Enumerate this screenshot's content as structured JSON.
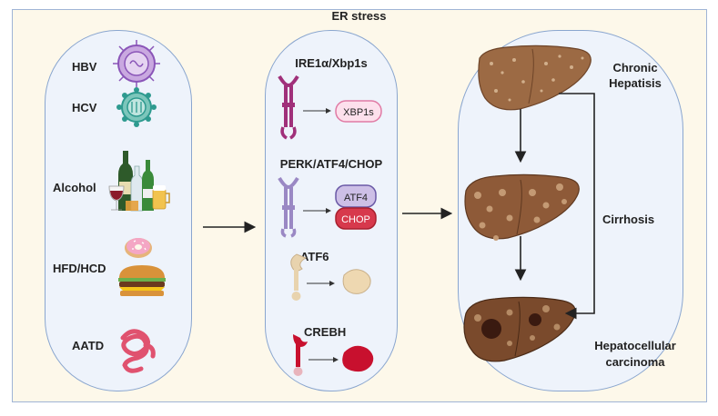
{
  "title": "ER stress",
  "causes": [
    {
      "label": "HBV",
      "icon": "hbv-virus-icon"
    },
    {
      "label": "HCV",
      "icon": "hcv-virus-icon"
    },
    {
      "label": "Alcohol",
      "icon": "alcohol-bottles-icon"
    },
    {
      "label": "HFD/HCD",
      "icon": "donut-burger-icon"
    },
    {
      "label": "AATD",
      "icon": "misfolded-protein-icon"
    }
  ],
  "pathways": [
    {
      "label": "IRE1α/Xbp1s",
      "products": [
        "XBP1s"
      ]
    },
    {
      "label": "PERK/ATF4/CHOP",
      "products": [
        "ATF4",
        "CHOP"
      ]
    },
    {
      "label": "ATF6",
      "products": []
    },
    {
      "label": "CREBH",
      "products": []
    }
  ],
  "outcomes": {
    "chronic": "Chronic\nHepatisis",
    "cirrhosis": "Cirrhosis",
    "hcc": "Hepatocellular\ncarcinoma"
  },
  "colors": {
    "frame_bg": "#fdf8ea",
    "pill_bg": "#eef3fb",
    "pill_border": "#8aa6cf",
    "ire1": "#a0307a",
    "perk": "#9a88c4",
    "atf6": "#e8d3ae",
    "crebh": "#c8102e",
    "liver": "#8b5a3a"
  }
}
